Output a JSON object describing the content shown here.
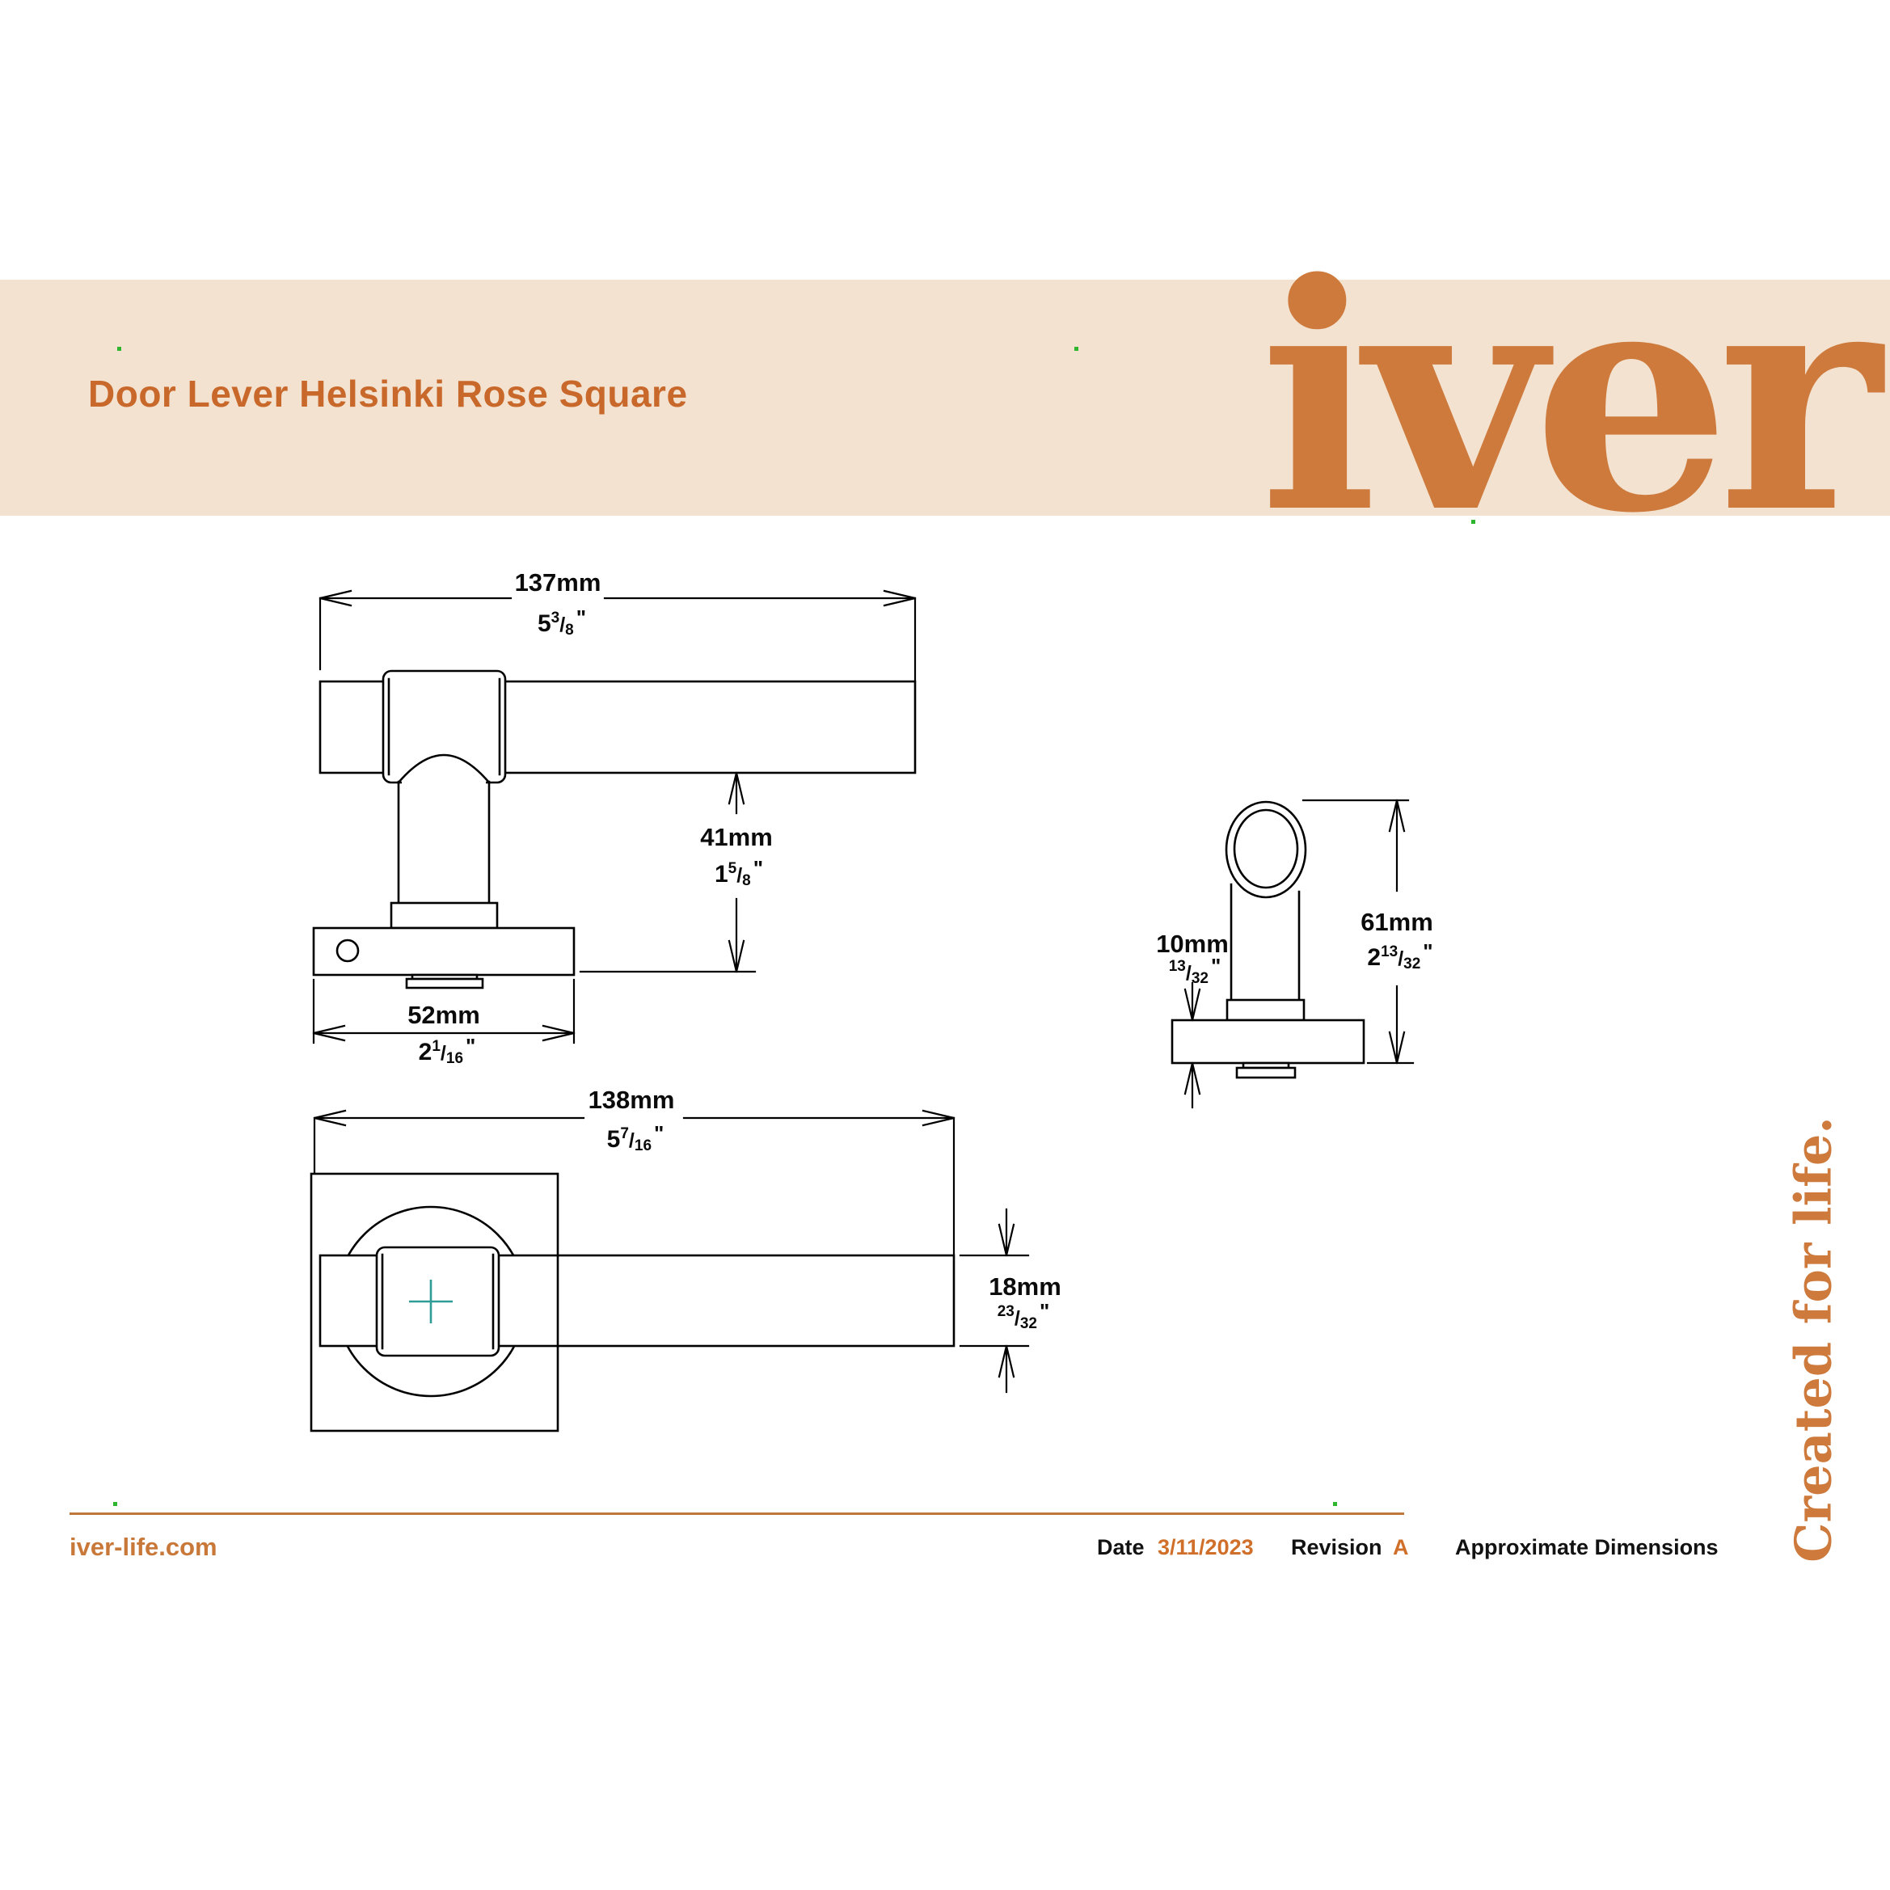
{
  "header": {
    "title": "Door Lever Helsinki Rose Square",
    "logo_text": "iver",
    "band_color": "#f3e2cf",
    "title_color": "#c8682a",
    "logo_color": "#cd7a3c"
  },
  "symbols": {
    "slash": "/",
    "inch_mark": "\""
  },
  "dimensions": {
    "front_width": {
      "mm": "137mm",
      "whole": "5",
      "num": "3",
      "den": "8"
    },
    "front_height": {
      "mm": "41mm",
      "whole": "1",
      "num": "5",
      "den": "8"
    },
    "front_rose": {
      "mm": "52mm",
      "whole": "2",
      "num": "1",
      "den": "16"
    },
    "plan_width": {
      "mm": "138mm",
      "whole": "5",
      "num": "7",
      "den": "16"
    },
    "plan_bar": {
      "mm": "18mm",
      "whole": "",
      "num": "23",
      "den": "32"
    },
    "side_height": {
      "mm": "61mm",
      "whole": "2",
      "num": "13",
      "den": "32"
    },
    "side_rose": {
      "mm": "10mm",
      "whole": "",
      "num": "13",
      "den": "32"
    }
  },
  "footer": {
    "website": "iver-life.com",
    "date_label": "Date",
    "date_value": "3/11/2023",
    "revision_label": "Revision",
    "revision_value": "A",
    "note": "Approximate Dimensions",
    "rule_color": "#c0783a",
    "website_color": "#c8793a",
    "value_color": "#d06f2a"
  },
  "sidebar_text": "Created for life.",
  "drawing": {
    "line_color": "#000000",
    "center_cross_color": "#2f9c95"
  }
}
